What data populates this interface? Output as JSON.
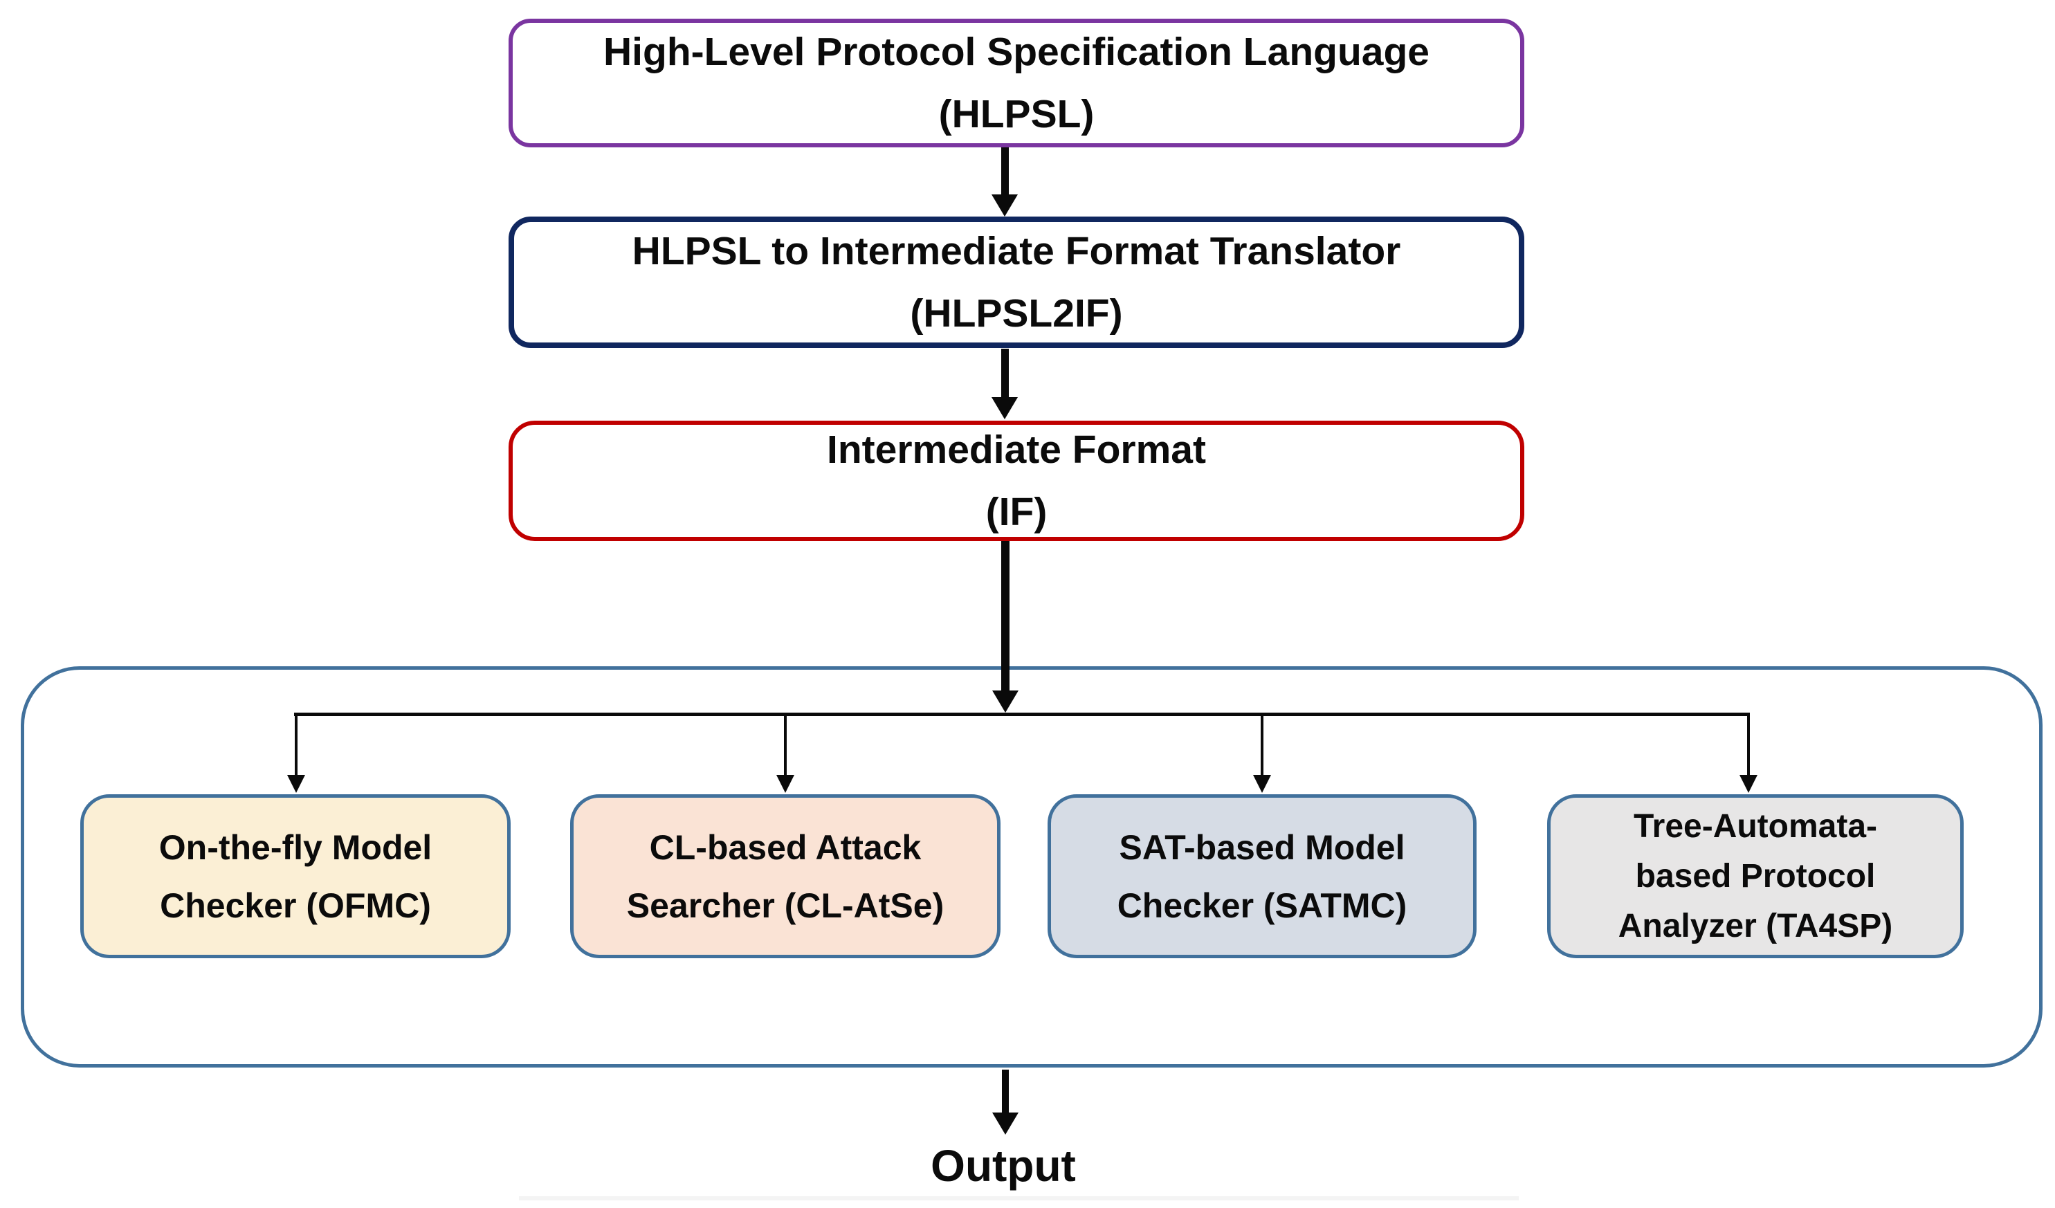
{
  "diagram": {
    "title_implicit": "AVISPA tool architecture flow",
    "nodes": {
      "hlpsl": {
        "line1": "High-Level Protocol Specification Language",
        "line2": "(HLPSL)",
        "border_color": "#7A35A0",
        "fill": "#FFFFFF"
      },
      "hlpsl2if": {
        "line1": "HLPSL to Intermediate Format Translator",
        "line2": "(HLPSL2IF)",
        "border_color": "#10275F",
        "fill": "#FFFFFF"
      },
      "if": {
        "line1": "Intermediate Format",
        "line2": "(IF)",
        "border_color": "#C00000",
        "fill": "#FFFFFF"
      },
      "ofmc": {
        "line1": "On-the-fly Model",
        "line2": "Checker (OFMC)",
        "border_color": "#41719C",
        "fill": "#FBEFD5"
      },
      "clatse": {
        "line1": "CL-based Attack",
        "line2": "Searcher (CL-AtSe)",
        "border_color": "#41719C",
        "fill": "#FAE3D5"
      },
      "satmc": {
        "line1": "SAT-based Model",
        "line2": "Checker (SATMC)",
        "border_color": "#41719C",
        "fill": "#D6DCE5"
      },
      "ta4sp": {
        "line1": "Tree-Automata-",
        "line2": "based Protocol",
        "line3": "Analyzer (TA4SP)",
        "border_color": "#41719C",
        "fill": "#E7E6E6"
      }
    },
    "container": {
      "border_color": "#41719C",
      "fill": "#FFFFFF"
    },
    "output_label": "Output",
    "arrow_color": "#0A0A0A",
    "text_color": "#0B0B0B"
  }
}
